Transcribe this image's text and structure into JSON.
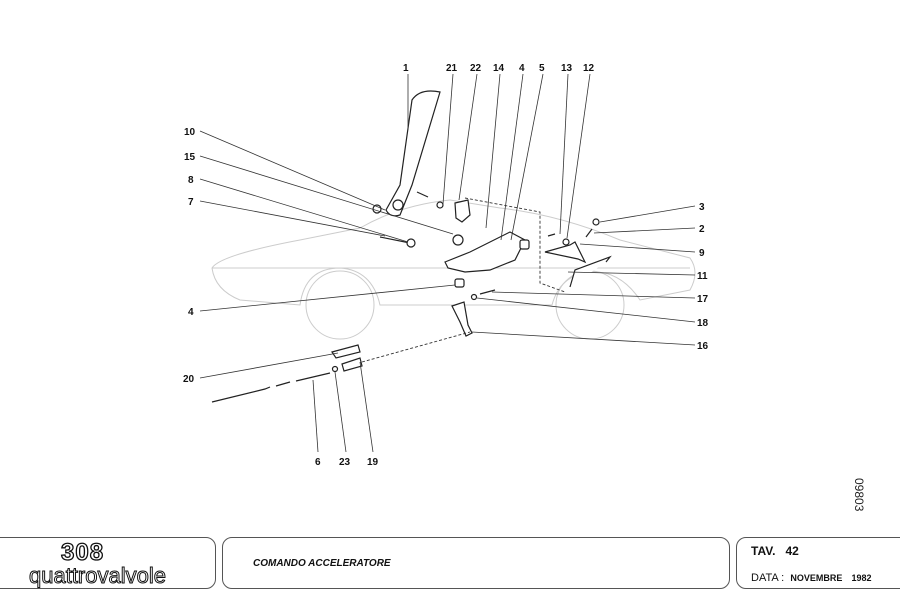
{
  "callouts": {
    "top": [
      "1",
      "21",
      "22",
      "14",
      "4",
      "5",
      "13",
      "12"
    ],
    "left": [
      "10",
      "15",
      "8",
      "7",
      "4",
      "20"
    ],
    "right": [
      "3",
      "2",
      "9",
      "11",
      "17",
      "18",
      "16"
    ],
    "bottom": [
      "6",
      "23",
      "19"
    ]
  },
  "drawing_code": "09803",
  "title_block": {
    "logo_number": "308",
    "logo_text": "quattrovalvole",
    "title": "COMANDO ACCELERATORE",
    "tav_label": "TAV.",
    "tav_number": "42",
    "data_label": "DATA :",
    "data_month": "NOVEMBRE",
    "data_year": "1982"
  }
}
